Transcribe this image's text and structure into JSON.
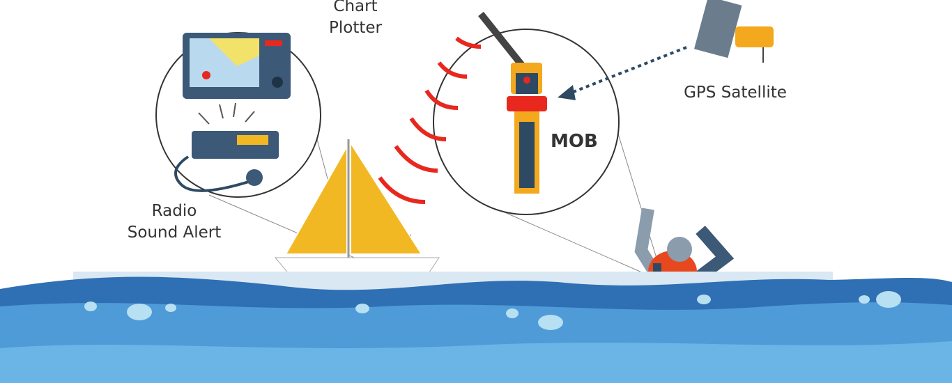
{
  "labels": {
    "chart_plotter": [
      "Chart",
      "Plotter"
    ],
    "radio": [
      "Radio",
      "Sound Alert"
    ],
    "gps": "GPS Satellite",
    "mob": "MOB"
  },
  "colors": {
    "sail": "#f2b824",
    "signal": "#e8281e",
    "sea": "#4f9bd8",
    "sea_dark": "#2f6fb4",
    "device": "#f4a81d",
    "device_body": "#2e4a63"
  }
}
